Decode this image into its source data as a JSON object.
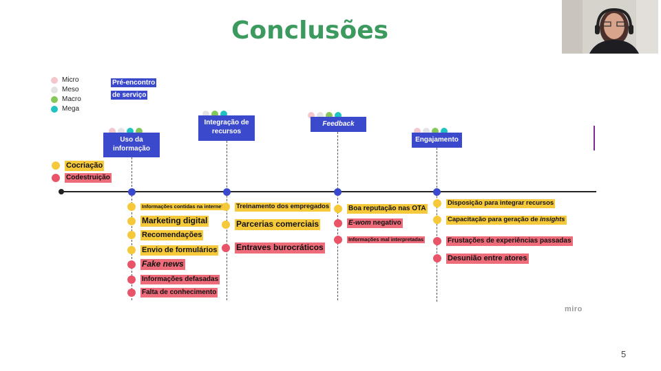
{
  "title": "Conclusões",
  "page_number": "5",
  "watermark": "miro",
  "colors": {
    "title": "#3c9a5f",
    "stage": "#3b49cc",
    "micro": "#f4c7cd",
    "meso": "#e3e3e3",
    "macro": "#86c75a",
    "mega": "#1fc4c2",
    "positive": "#f5c93a",
    "negative": "#e95468"
  },
  "legend": [
    {
      "label": "Micro",
      "color": "#f4c7cd"
    },
    {
      "label": "Meso",
      "color": "#e3e3e3"
    },
    {
      "label": "Macro",
      "color": "#86c75a"
    },
    {
      "label": "Mega",
      "color": "#1fc4c2"
    }
  ],
  "pre_encontro": {
    "line1": "Pré-encontro",
    "line2": "de serviço"
  },
  "stages": [
    {
      "line1": "Uso da",
      "line2": "informação"
    },
    {
      "line1": "Integração de",
      "line2": "recursos"
    },
    {
      "line1": "Feedback",
      "line2": ""
    },
    {
      "line1": "Engajamento",
      "line2": ""
    }
  ],
  "outcome_legend": [
    {
      "label": "Cocriação",
      "type": "positive"
    },
    {
      "label": "Codestruição",
      "type": "negative"
    }
  ],
  "columns": [
    {
      "items": [
        {
          "text": "Informações contidas na internet",
          "type": "positive"
        },
        {
          "text": "Marketing digital",
          "type": "positive"
        },
        {
          "text": "Recomendações",
          "type": "positive"
        },
        {
          "text": "Envio de formulários",
          "type": "positive"
        },
        {
          "text": "Fake news",
          "type": "negative"
        },
        {
          "text": "Informações defasadas",
          "type": "negative"
        },
        {
          "text": "Falta de conhecimento",
          "type": "negative"
        }
      ]
    },
    {
      "items": [
        {
          "text": "Treinamento dos empregados",
          "type": "positive"
        },
        {
          "text": "Parcerias comerciais",
          "type": "positive"
        },
        {
          "text": "Entraves burocráticos",
          "type": "negative"
        }
      ]
    },
    {
      "items": [
        {
          "text": "Boa reputação nas OTA",
          "type": "positive"
        },
        {
          "text": "E-wom",
          "text2": " negativo",
          "type": "negative"
        },
        {
          "text": "Informações mal interpretadas",
          "type": "negative"
        }
      ]
    },
    {
      "items": [
        {
          "text": "Disposição para integrar recursos",
          "type": "positive"
        },
        {
          "text": "Capacitação para geração de ",
          "text2": "insights",
          "type": "positive"
        },
        {
          "text": "Frustações de experiências passadas",
          "type": "negative"
        },
        {
          "text": "Desunião entre atores",
          "type": "negative"
        }
      ]
    }
  ]
}
